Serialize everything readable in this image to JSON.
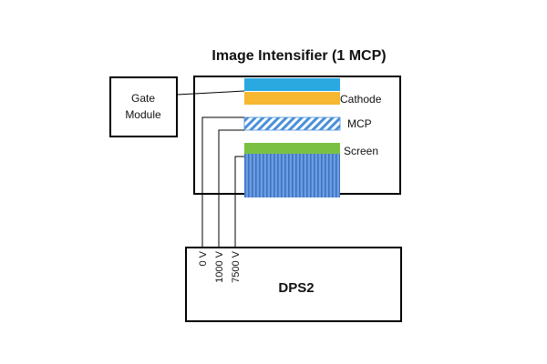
{
  "title": "Image Intensifier (1 MCP)",
  "gate_module": {
    "line1": "Gate",
    "line2": "Module"
  },
  "layers": {
    "cathode": "Cathode",
    "mcp": "MCP",
    "screen": "Screen"
  },
  "power_supply": {
    "name": "DPS2",
    "voltages": [
      "0 V",
      "1000 V",
      "7500 V"
    ]
  },
  "colors": {
    "cathode_top": "#29a9e0",
    "cathode_bottom": "#f7b731",
    "mcp_hatch": "#4a90d9",
    "screen_top": "#7ac143",
    "fiber": "#5b8fd6"
  }
}
